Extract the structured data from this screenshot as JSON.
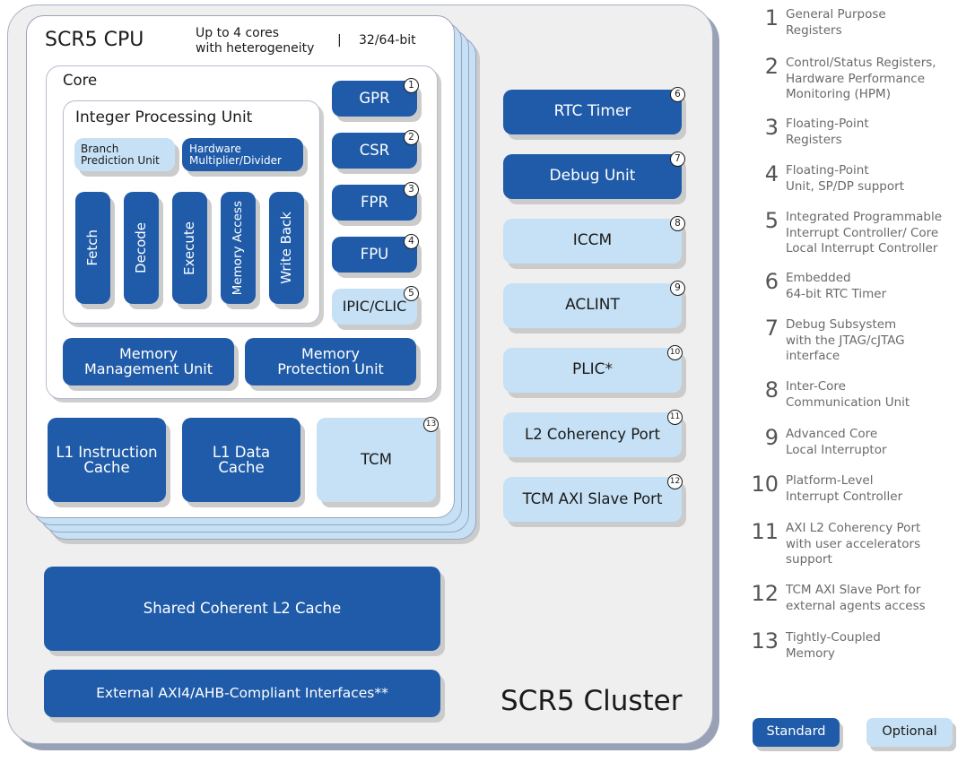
{
  "cpu": {
    "title": "SCR5 CPU",
    "subtitle": "Up to 4 cores\nwith heterogeneity",
    "separator": "|",
    "bitness": "32/64-bit"
  },
  "core": {
    "title": "Core",
    "ipu": {
      "title": "Integer Processing Unit",
      "branch_prediction": "Branch\nPrediction Unit",
      "hw_multiplier": "Hardware\nMultiplier/Divider",
      "stages": [
        "Fetch",
        "Decode",
        "Execute",
        "Memory Access",
        "Write Back"
      ]
    },
    "registers": [
      {
        "label": "GPR",
        "badge": "1",
        "type": "standard"
      },
      {
        "label": "CSR",
        "badge": "2",
        "type": "standard"
      },
      {
        "label": "FPR",
        "badge": "3",
        "type": "standard"
      },
      {
        "label": "FPU",
        "badge": "4",
        "type": "standard"
      },
      {
        "label": "IPIC/CLIC",
        "badge": "5",
        "type": "optional"
      }
    ],
    "mmu": "Memory\nManagement Unit",
    "mpu": "Memory\nProtection Unit"
  },
  "caches": {
    "l1i": "L1 Instruction\nCache",
    "l1d": "L1 Data\nCache",
    "tcm": "TCM",
    "tcm_badge": "13"
  },
  "cluster_units": [
    {
      "label": "RTC Timer",
      "badge": "6",
      "type": "standard"
    },
    {
      "label": "Debug Unit",
      "badge": "7",
      "type": "standard"
    },
    {
      "label": "ICCM",
      "badge": "8",
      "type": "optional"
    },
    {
      "label": "ACLINT",
      "badge": "9",
      "type": "optional"
    },
    {
      "label": "PLIC*",
      "badge": "10",
      "type": "optional"
    },
    {
      "label": "L2 Coherency Port",
      "badge": "11",
      "type": "optional"
    },
    {
      "label": "TCM AXI Slave Port",
      "badge": "12",
      "type": "optional"
    }
  ],
  "l2_cache": "Shared Coherent L2 Cache",
  "external_interfaces": "External AXI4/AHB-Compliant Interfaces**",
  "cluster_title": "SCR5 Cluster",
  "legend": [
    {
      "num": "1",
      "text": "General Purpose\nRegisters"
    },
    {
      "num": "2",
      "text": "Control/Status Registers,\nHardware Performance\nMonitoring (HPM)"
    },
    {
      "num": "3",
      "text": "Floating-Point\nRegisters"
    },
    {
      "num": "4",
      "text": "Floating-Point\nUnit, SP/DP support"
    },
    {
      "num": "5",
      "text": "Integrated Programmable\nInterrupt Controller/ Core\nLocal Interrupt Controller"
    },
    {
      "num": "6",
      "text": "Embedded\n64-bit RTC Timer"
    },
    {
      "num": "7",
      "text": "Debug Subsystem\nwith the JTAG/cJTAG\ninterface"
    },
    {
      "num": "8",
      "text": "Inter-Core\nCommunication Unit"
    },
    {
      "num": "9",
      "text": "Advanced Core\nLocal Interruptor"
    },
    {
      "num": "10",
      "text": "Platform-Level\nInterrupt Controller"
    },
    {
      "num": "11",
      "text": "AXI L2 Coherency Port\nwith user  accelerators\nsupport"
    },
    {
      "num": "12",
      "text": "TCM AXI Slave Port for\nexternal agents access"
    },
    {
      "num": "13",
      "text": "Tightly-Coupled\nMemory"
    }
  ],
  "key": {
    "standard": "Standard",
    "optional": "Optional"
  },
  "colors": {
    "standard": "#1f5ba8",
    "optional": "#c6e1f5",
    "cluster_bg": "#efefef",
    "cluster_shadow": "#98a1b5"
  }
}
